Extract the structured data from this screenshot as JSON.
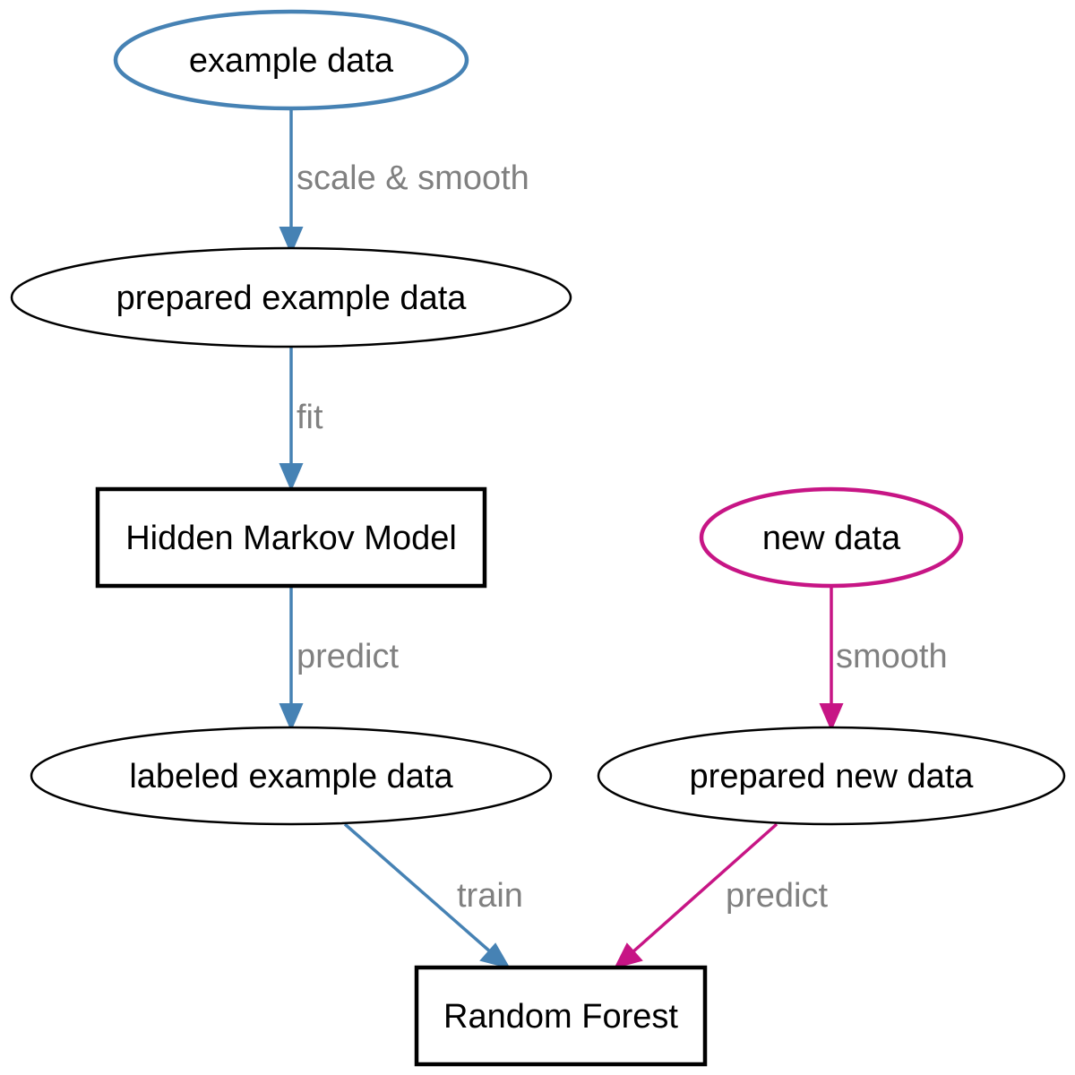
{
  "colors": {
    "blue": "#4682b4",
    "magenta": "#c71585",
    "label": "#808080",
    "node_text": "#000000"
  },
  "nodes": {
    "example_data": {
      "label": "example data",
      "shape": "ellipse"
    },
    "prepared_example_data": {
      "label": "prepared example data",
      "shape": "ellipse"
    },
    "hmm": {
      "label": "Hidden Markov Model",
      "shape": "box"
    },
    "labeled_example_data": {
      "label": "labeled example data",
      "shape": "ellipse"
    },
    "new_data": {
      "label": "new data",
      "shape": "ellipse"
    },
    "prepared_new_data": {
      "label": "prepared new data",
      "shape": "ellipse"
    },
    "random_forest": {
      "label": "Random Forest",
      "shape": "box"
    }
  },
  "edges": {
    "scale_smooth": {
      "from": "example data",
      "to": "prepared example data",
      "label": "scale & smooth",
      "color": "blue"
    },
    "fit": {
      "from": "prepared example data",
      "to": "Hidden Markov Model",
      "label": "fit",
      "color": "blue"
    },
    "predict_hmm": {
      "from": "Hidden Markov Model",
      "to": "labeled example data",
      "label": "predict",
      "color": "blue"
    },
    "train": {
      "from": "labeled example data",
      "to": "Random Forest",
      "label": "train",
      "color": "blue"
    },
    "smooth": {
      "from": "new data",
      "to": "prepared new data",
      "label": "smooth",
      "color": "magenta"
    },
    "predict_rf": {
      "from": "prepared new data",
      "to": "Random Forest",
      "label": "predict",
      "color": "magenta"
    }
  }
}
